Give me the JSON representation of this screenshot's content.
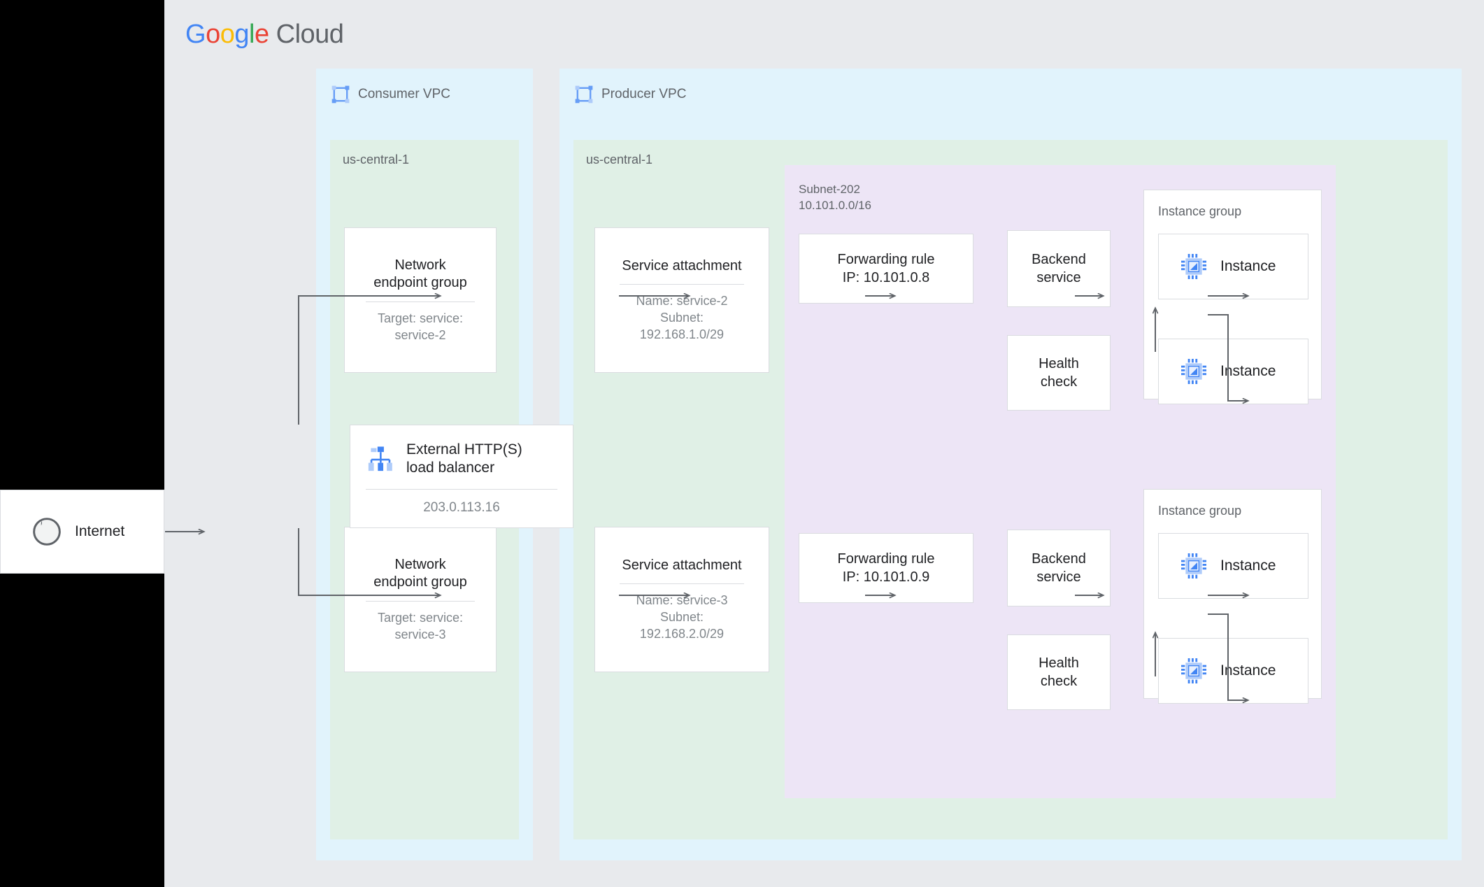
{
  "brand": {
    "google": [
      "G",
      "o",
      "o",
      "g",
      "l",
      "e"
    ],
    "cloud": "Cloud"
  },
  "internet": {
    "label": "Internet",
    "icon": "globe-icon"
  },
  "load_balancer": {
    "name": "External HTTP(S)\nload balancer",
    "name_line1": "External HTTP(S)",
    "name_line2": "load balancer",
    "ip": "203.0.113.16",
    "icon": "load-balancer-icon"
  },
  "consumer_vpc": {
    "title": "Consumer VPC",
    "icon": "vpc-icon",
    "region": "us-central-1",
    "negs": [
      {
        "title": "Network\nendpoint group",
        "title_line1": "Network",
        "title_line2": "endpoint group",
        "sub_line1": "Target: service:",
        "sub_line2": "service-2"
      },
      {
        "title": "Network\nendpoint group",
        "title_line1": "Network",
        "title_line2": "endpoint group",
        "sub_line1": "Target: service:",
        "sub_line2": "service-3"
      }
    ]
  },
  "producer_vpc": {
    "title": "Producer VPC",
    "icon": "vpc-icon",
    "region": "us-central-1",
    "service_attachments": [
      {
        "title": "Service attachment",
        "sub_line1": "Name: service-2",
        "sub_line2": "Subnet:",
        "sub_line3": "192.168.1.0/29"
      },
      {
        "title": "Service attachment",
        "sub_line1": "Name: service-3",
        "sub_line2": "Subnet:",
        "sub_line3": "192.168.2.0/29"
      }
    ],
    "subnet": {
      "name": "Subnet-202",
      "cidr": "10.101.0.0/16"
    },
    "rows": [
      {
        "forwarding_rule_line1": "Forwarding rule",
        "forwarding_rule_line2": "IP: 10.101.0.8",
        "backend_service_line1": "Backend",
        "backend_service_line2": "service",
        "health_check_line1": "Health",
        "health_check_line2": "check",
        "instance_group_label": "Instance group",
        "instances": [
          "Instance",
          "Instance"
        ]
      },
      {
        "forwarding_rule_line1": "Forwarding rule",
        "forwarding_rule_line2": "IP: 10.101.0.9",
        "backend_service_line1": "Backend",
        "backend_service_line2": "service",
        "health_check_line1": "Health",
        "health_check_line2": "check",
        "instance_group_label": "Instance group",
        "instances": [
          "Instance",
          "Instance"
        ]
      }
    ]
  },
  "colors": {
    "canvas": "#E8EAED",
    "vpc": "#E1F3FC",
    "region": "#E0F0E6",
    "subnet": "#EDE5F6",
    "card_border": "#DADCE0",
    "arrow": "#5F6368",
    "text_primary": "#202124",
    "text_secondary": "#5F6368",
    "text_muted": "#80868B",
    "accent_blue": "#4285F4",
    "accent_red": "#EA4335",
    "accent_yellow": "#FBBC05",
    "accent_green": "#34A853"
  }
}
